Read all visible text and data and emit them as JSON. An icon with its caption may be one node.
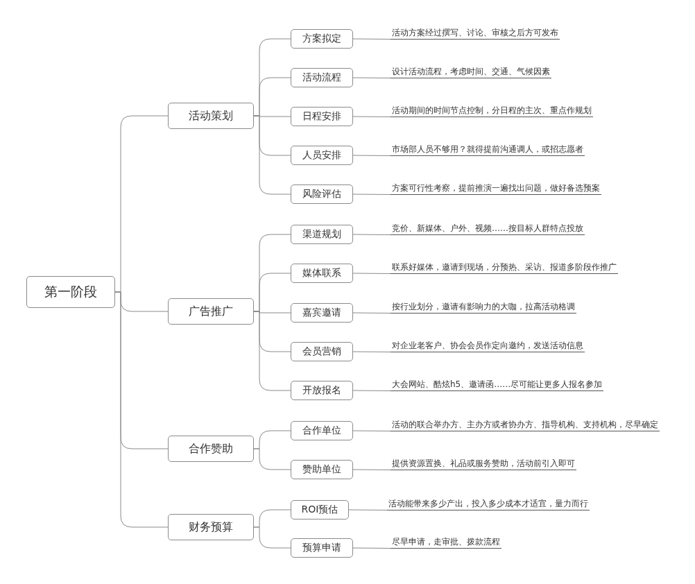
{
  "diagram": {
    "nodes": [
      {
        "text": [
          "第一阶段"
        ]
      },
      {
        "text": [
          "活动策划"
        ]
      },
      {
        "text": [
          "方案拟定"
        ]
      },
      {
        "text": [
          "活动方案经过撰写、讨论、审核之后方可发布"
        ]
      },
      {
        "text": [
          "活动流程"
        ]
      },
      {
        "text": [
          "设计活动流程，考虑时间、交通、气候因素"
        ]
      },
      {
        "text": [
          "日程安排"
        ]
      },
      {
        "text": [
          "活动期间的时间节点控制，分日程的主次、重点作规划"
        ]
      },
      {
        "text": [
          "人员安排"
        ]
      },
      {
        "text": [
          "市场部人员不够用？就得提前沟通调人，或招志愿者"
        ]
      },
      {
        "text": [
          "风险评估"
        ]
      },
      {
        "text": [
          "方案可行性考察，提前推演一遍找出问题，做好备选预案"
        ]
      },
      {
        "text": [
          "广告推广"
        ]
      },
      {
        "text": [
          "渠道规划"
        ]
      },
      {
        "text": [
          "竞价、新媒体、户外、视频……按目标人群特点投放"
        ]
      },
      {
        "text": [
          "媒体联系"
        ]
      },
      {
        "text": [
          "联系好媒体，邀请到现场，分预热、采访、报道多阶段作推广"
        ]
      },
      {
        "text": [
          "嘉宾邀请"
        ]
      },
      {
        "text": [
          "按行业划分，邀请有影响力的大咖，拉高活动格调"
        ]
      },
      {
        "text": [
          "会员营销"
        ]
      },
      {
        "text": [
          "对企业老客户、协会会员作定向邀约，发送活动信息"
        ]
      },
      {
        "text": [
          "开放报名"
        ]
      },
      {
        "text": [
          "大会网站、酷炫h5、邀请函……尽可能让更多人报名参加"
        ]
      },
      {
        "text": [
          "合作赞助"
        ]
      },
      {
        "text": [
          "合作单位"
        ]
      },
      {
        "text": [
          "活动的联合举办方、主办方或者协办方、指导机构、支持机构，尽早确定"
        ]
      },
      {
        "text": [
          "赞助单位"
        ]
      },
      {
        "text": [
          "提供资源置换、礼品或服务赞助，活动前引入即可"
        ]
      },
      {
        "text": [
          "财务预算"
        ]
      },
      {
        "text": [
          "ROI预估"
        ]
      },
      {
        "text": [
          "活动能带来多少产出，投入多少成本才适宜，量力而行"
        ]
      },
      {
        "text": [
          "预算申请"
        ]
      },
      {
        "text": [
          "尽早申请，走审批、拨款流程"
        ]
      }
    ],
    "edges": [
      {
        "from": 0,
        "to": 1,
        "arrow": "none"
      },
      {
        "from": 1,
        "to": 2,
        "arrow": "none"
      },
      {
        "from": 2,
        "to": 3,
        "arrow": "none"
      },
      {
        "from": 1,
        "to": 4,
        "arrow": "none"
      },
      {
        "from": 4,
        "to": 5,
        "arrow": "none"
      },
      {
        "from": 1,
        "to": 6,
        "arrow": "none"
      },
      {
        "from": 6,
        "to": 7,
        "arrow": "none"
      },
      {
        "from": 1,
        "to": 8,
        "arrow": "none"
      },
      {
        "from": 8,
        "to": 9,
        "arrow": "none"
      },
      {
        "from": 1,
        "to": 10,
        "arrow": "none"
      },
      {
        "from": 10,
        "to": 11,
        "arrow": "none"
      },
      {
        "from": 0,
        "to": 12,
        "arrow": "none"
      },
      {
        "from": 12,
        "to": 13,
        "arrow": "none"
      },
      {
        "from": 13,
        "to": 14,
        "arrow": "none"
      },
      {
        "from": 12,
        "to": 15,
        "arrow": "none"
      },
      {
        "from": 15,
        "to": 16,
        "arrow": "none"
      },
      {
        "from": 12,
        "to": 17,
        "arrow": "none"
      },
      {
        "from": 17,
        "to": 18,
        "arrow": "none"
      },
      {
        "from": 12,
        "to": 19,
        "arrow": "none"
      },
      {
        "from": 19,
        "to": 20,
        "arrow": "none"
      },
      {
        "from": 12,
        "to": 21,
        "arrow": "none"
      },
      {
        "from": 21,
        "to": 22,
        "arrow": "none"
      },
      {
        "from": 0,
        "to": 23,
        "arrow": "none"
      },
      {
        "from": 23,
        "to": 24,
        "arrow": "none"
      },
      {
        "from": 24,
        "to": 25,
        "arrow": "none"
      },
      {
        "from": 23,
        "to": 26,
        "arrow": "none"
      },
      {
        "from": 26,
        "to": 27,
        "arrow": "none"
      },
      {
        "from": 0,
        "to": 28,
        "arrow": "none"
      },
      {
        "from": 28,
        "to": 29,
        "arrow": "none"
      },
      {
        "from": 29,
        "to": 30,
        "arrow": "none"
      },
      {
        "from": 28,
        "to": 31,
        "arrow": "none"
      },
      {
        "from": 31,
        "to": 32,
        "arrow": "none"
      }
    ]
  }
}
